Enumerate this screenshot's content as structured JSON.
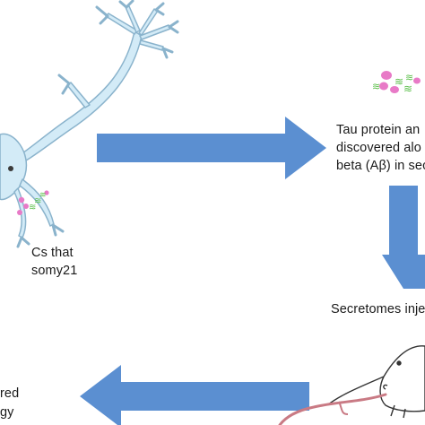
{
  "labels": {
    "ipsc_line1": "Cs that",
    "ipsc_line2": "somy21",
    "tau_line1": "Tau protein an",
    "tau_line2": "discovered alo",
    "tau_line3": "beta (Aβ) in sec",
    "secretomes": "Secretomes inje",
    "bottom_line1": "red",
    "bottom_line2": "gy"
  },
  "colors": {
    "arrow": "#5b8fd1",
    "neuron_fill": "#d3ebf7",
    "neuron_stroke": "#8ab3cc",
    "protein_green": "#5bbf4a",
    "protein_pink": "#e87ac7"
  }
}
